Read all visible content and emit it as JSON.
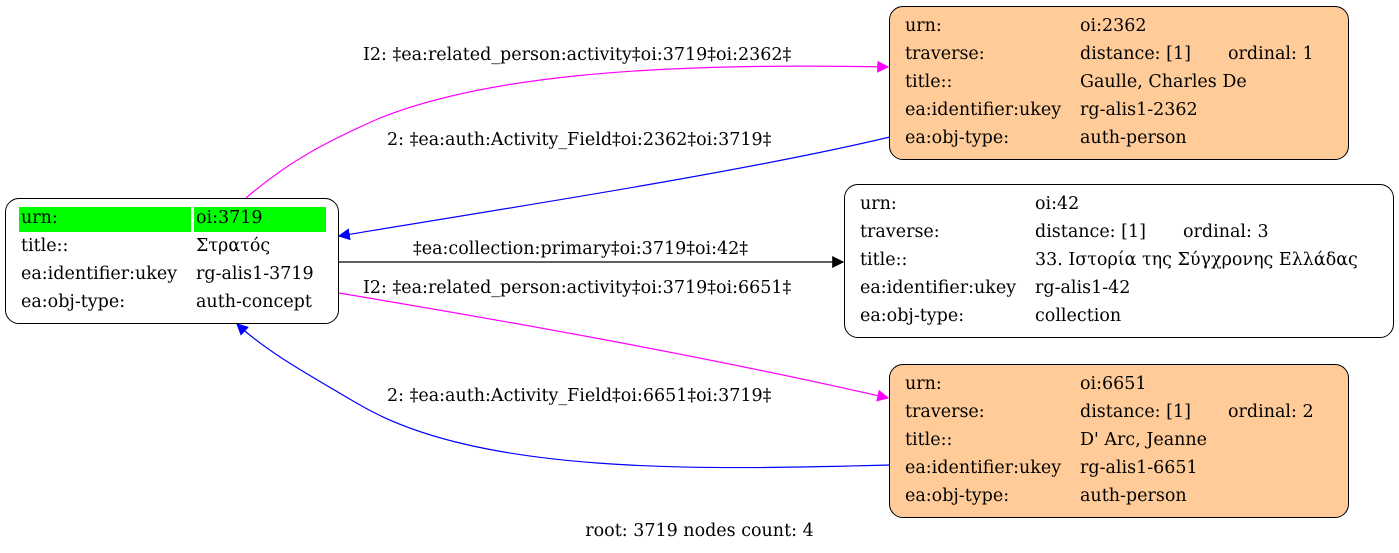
{
  "colors": {
    "person_fill": "#ffcc99",
    "root_highlight": "#00ff00",
    "edge_related": "#ff00ff",
    "edge_auth": "#0000ff",
    "edge_collection": "#000000"
  },
  "nodes": {
    "root": {
      "rows": [
        {
          "key": "urn:",
          "value": "oi:3719"
        },
        {
          "key": "title::",
          "value": "Στρατός"
        },
        {
          "key": "ea:identifier:ukey",
          "value": "rg-alis1-3719"
        },
        {
          "key": "ea:obj-type:",
          "value": "auth-concept"
        }
      ]
    },
    "n2362": {
      "rows": [
        {
          "key": "urn:",
          "value": "oi:2362"
        },
        {
          "key": "traverse:",
          "value": "distance: [1]",
          "value2": "ordinal: 1"
        },
        {
          "key": "title::",
          "value": "Gaulle, Charles De"
        },
        {
          "key": "ea:identifier:ukey",
          "value": "rg-alis1-2362"
        },
        {
          "key": "ea:obj-type:",
          "value": "auth-person"
        }
      ]
    },
    "n42": {
      "rows": [
        {
          "key": "urn:",
          "value": "oi:42"
        },
        {
          "key": "traverse:",
          "value": "distance: [1]",
          "value2": "ordinal: 3"
        },
        {
          "key": "title::",
          "value": "33. Ιστορία της Σύγχρονης Ελλάδας"
        },
        {
          "key": "ea:identifier:ukey",
          "value": "rg-alis1-42"
        },
        {
          "key": "ea:obj-type:",
          "value": "collection"
        }
      ]
    },
    "n6651": {
      "rows": [
        {
          "key": "urn:",
          "value": "oi:6651"
        },
        {
          "key": "traverse:",
          "value": "distance: [1]",
          "value2": "ordinal: 2"
        },
        {
          "key": "title::",
          "value": "D' Arc, Jeanne"
        },
        {
          "key": "ea:identifier:ukey",
          "value": "rg-alis1-6651"
        },
        {
          "key": "ea:obj-type:",
          "value": "auth-person"
        }
      ]
    }
  },
  "edges": {
    "e1": "I2: ‡ea:related_person:activity‡oi:3719‡oi:2362‡",
    "e2": "2: ‡ea:auth:Activity_Field‡oi:2362‡oi:3719‡",
    "e3": "‡ea:collection:primary‡oi:3719‡oi:42‡",
    "e4": "I2: ‡ea:related_person:activity‡oi:3719‡oi:6651‡",
    "e5": "2: ‡ea:auth:Activity_Field‡oi:6651‡oi:3719‡"
  },
  "footer": "root: 3719 nodes count: 4"
}
